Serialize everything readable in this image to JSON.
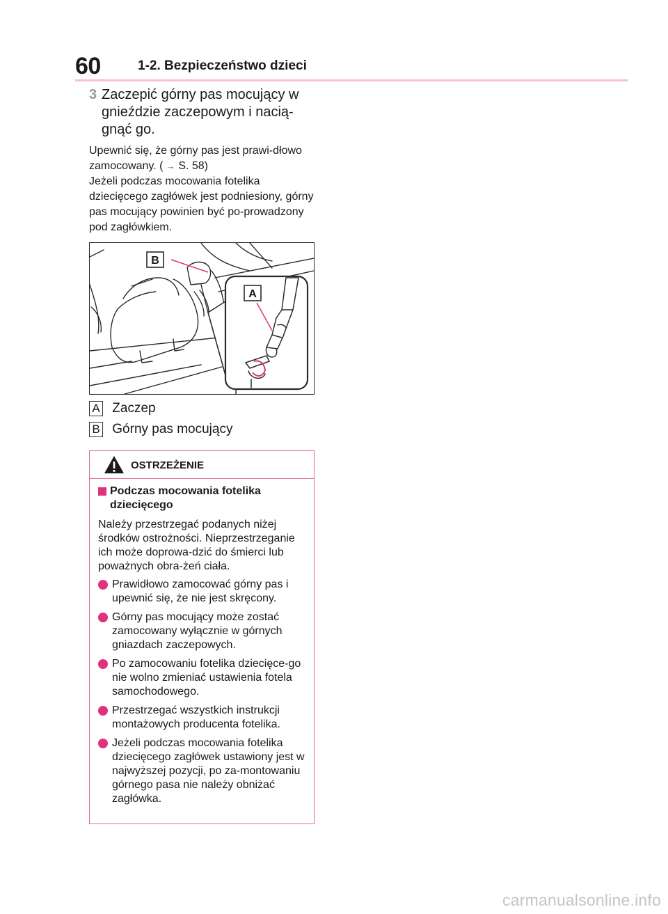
{
  "header": {
    "page_number": "60",
    "section_title": "1-2. Bezpieczeństwo dzieci"
  },
  "step": {
    "number": "3",
    "text": "Zaczepić górny pas mocujący w gnieździe zaczepowym i nacią-gnąć go."
  },
  "note": {
    "line1a": "Upewnić się, że górny pas jest prawi-dłowo zamocowany. (",
    "line1_arrow": "→",
    "line1b": "S. 58)",
    "line2": "Jeżeli podczas mocowania fotelika dziecięcego zagłówek jest podniesiony, górny pas mocujący powinien być po-prowadzony pod zagłówkiem."
  },
  "figure": {
    "callout_a": "A",
    "callout_b": "B",
    "colors": {
      "line": "#2a2a2a",
      "accent": "#e0317b"
    }
  },
  "legend": [
    {
      "key": "A",
      "label": "Zaczep"
    },
    {
      "key": "B",
      "label": "Górny pas mocujący"
    }
  ],
  "warning": {
    "title": "OSTRZEŻENIE",
    "heading": "Podczas mocowania fotelika dziecięcego",
    "intro": "Należy przestrzegać podanych niżej środków ostrożności. Nieprzestrzeganie ich może doprowa-dzić do śmierci lub poważnych obra-żeń ciała.",
    "bullets": [
      "Prawidłowo zamocować górny pas i upewnić się, że nie jest skręcony.",
      "Górny pas mocujący może zostać zamocowany wyłącznie w górnych gniazdach zaczepowych.",
      "Po zamocowaniu fotelika dziecięce-go nie wolno zmieniać ustawienia fotela samochodowego.",
      "Przestrzegać wszystkich instrukcji montażowych producenta fotelika.",
      "Jeżeli podczas mocowania fotelika dziecięcego zagłówek ustawiony jest w najwyższej pozycji, po za-montowaniu górnego pasa nie należy obniżać zagłówka."
    ],
    "colors": {
      "border": "#e06a97",
      "bullet": "#e0317b"
    }
  },
  "watermark": "carmanualsonline.info"
}
